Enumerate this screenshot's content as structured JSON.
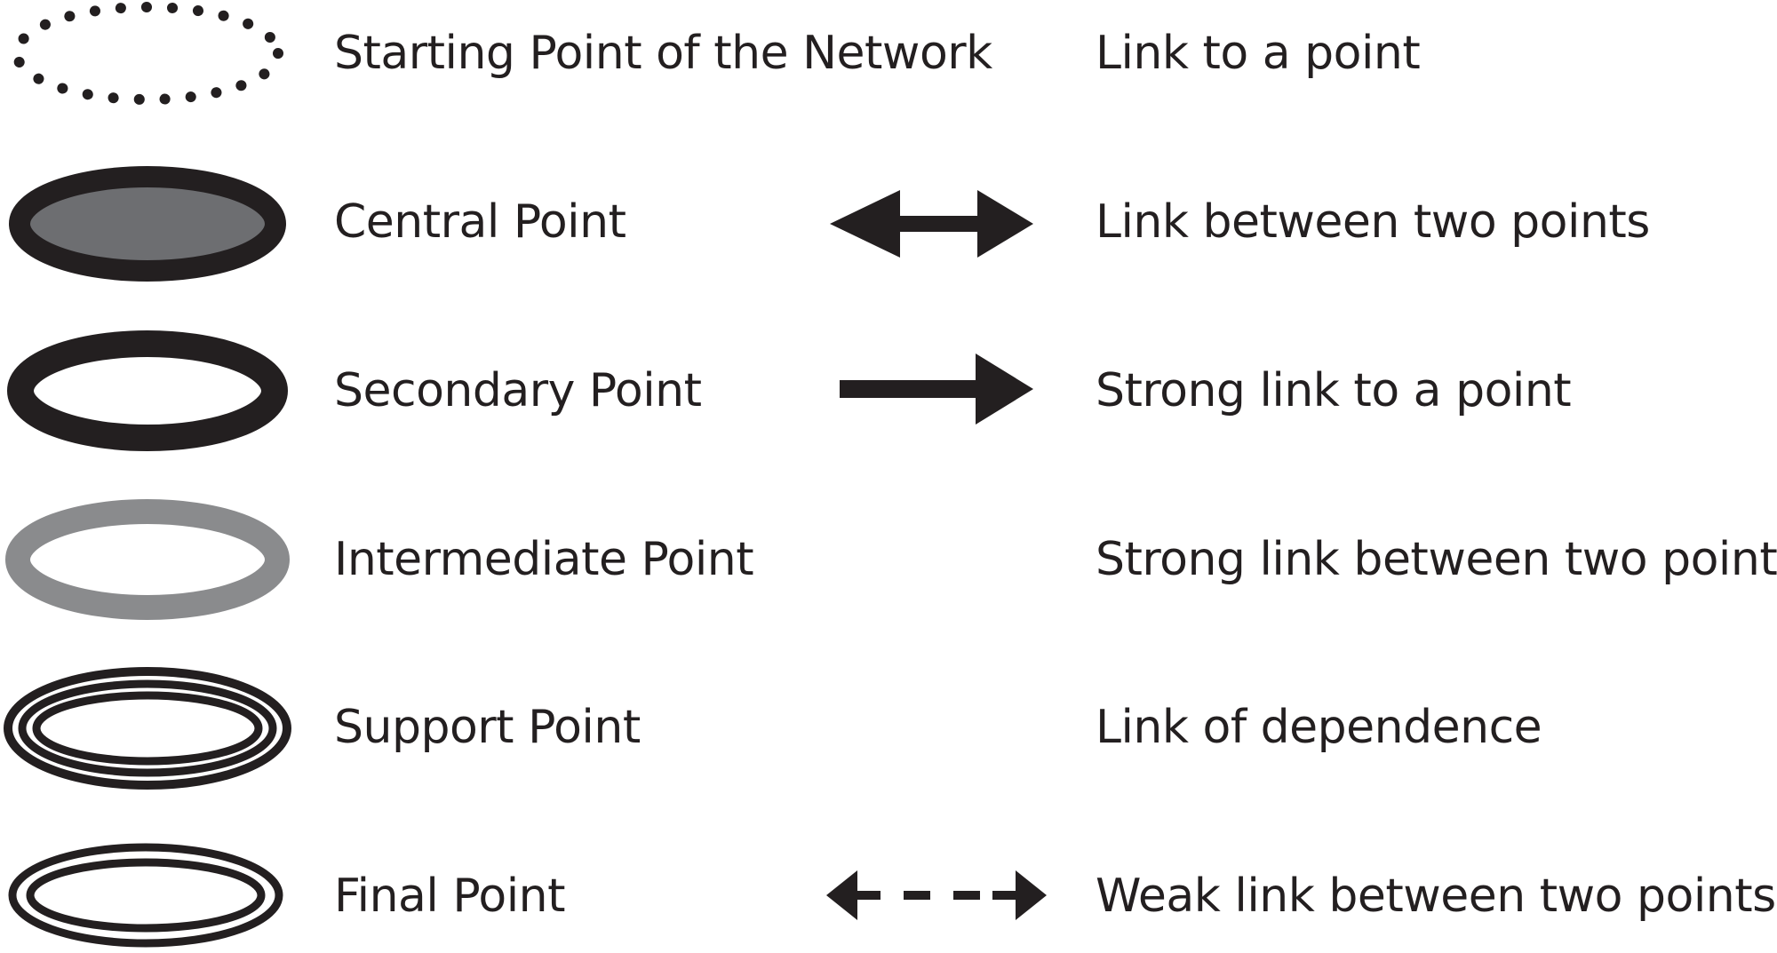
{
  "node_types": [
    {
      "label": "Starting Point of the Network",
      "icon": "dotted-ellipse-icon"
    },
    {
      "label": "Central Point",
      "icon": "filled-gray-ellipse-icon"
    },
    {
      "label": "Secondary Point",
      "icon": "thick-black-ellipse-icon"
    },
    {
      "label": "Intermediate Point",
      "icon": "thick-gray-ellipse-icon"
    },
    {
      "label": "Support Point",
      "icon": "triple-ring-ellipse-icon"
    },
    {
      "label": "Final Point",
      "icon": "double-ring-ellipse-icon"
    }
  ],
  "link_types": [
    {
      "label": "Link to a point",
      "icon": ""
    },
    {
      "label": "Link between two points",
      "icon": "double-arrow-icon"
    },
    {
      "label": "Strong link to a point",
      "icon": "right-arrow-icon"
    },
    {
      "label": "Strong link between two points",
      "icon": ""
    },
    {
      "label": "Link of dependence",
      "icon": ""
    },
    {
      "label": "Weak link between two points",
      "icon": "dashed-double-arrow-icon"
    }
  ],
  "colors": {
    "ink": "#231f20",
    "gray_fill": "#6d6e71",
    "gray_ring": "#8a8b8d"
  }
}
